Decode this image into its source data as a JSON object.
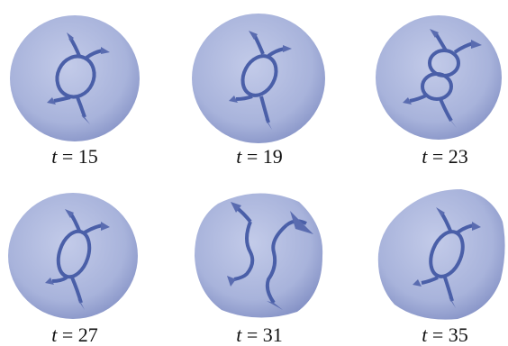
{
  "panels": [
    {
      "t_symbol": "t",
      "equals": "=",
      "value": "15",
      "shape": "ring-four-spikes"
    },
    {
      "t_symbol": "t",
      "equals": "=",
      "value": "19",
      "shape": "ring-four-spikes"
    },
    {
      "t_symbol": "t",
      "equals": "=",
      "value": "23",
      "shape": "double-ring"
    },
    {
      "t_symbol": "t",
      "equals": "=",
      "value": "27",
      "shape": "ring-four-spikes"
    },
    {
      "t_symbol": "t",
      "equals": "=",
      "value": "31",
      "shape": "broken-ring"
    },
    {
      "t_symbol": "t",
      "equals": "=",
      "value": "35",
      "shape": "ring-four-spikes-deformed"
    }
  ],
  "colors": {
    "droplet": "#a8b3db",
    "droplet_edge": "#7f8cc0",
    "filament": "#4a5fa8",
    "filament_dark": "#2e3f80",
    "highlight": "#ffffff"
  }
}
